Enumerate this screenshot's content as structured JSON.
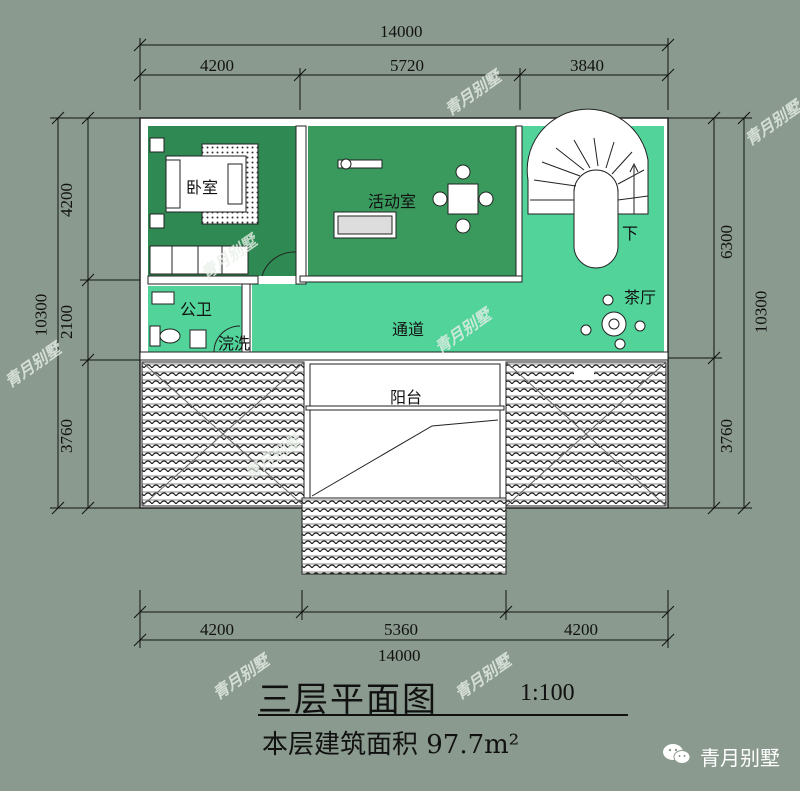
{
  "dims_top": {
    "total": "14000",
    "a": "4200",
    "b": "5720",
    "c": "3840"
  },
  "dims_bottom": {
    "total": "14000",
    "a": "4200",
    "b": "5360",
    "c": "4200"
  },
  "dims_left": {
    "total": "10300",
    "a": "4200",
    "b": "2100",
    "c": "3760"
  },
  "dims_right": {
    "total": "10300",
    "a": "6300",
    "b": "3760"
  },
  "rooms": {
    "bedroom": "卧室",
    "activity": "活动室",
    "stairs_down": "下",
    "tea": "茶厅",
    "bathroom": "公卫",
    "wash": "浣洗",
    "corridor": "通道",
    "balcony": "阳台"
  },
  "title": "三层平面图",
  "scale": "1:100",
  "area": "本层建筑面积 97.7m²",
  "watermark": "青月别墅",
  "brand": "青月别墅",
  "colors": {
    "background": "#8a9a8e",
    "room_green": "#3a9a5e",
    "corridor_green": "#52d39a",
    "dark_green": "#2e8a52",
    "wall": "#ffffff"
  }
}
